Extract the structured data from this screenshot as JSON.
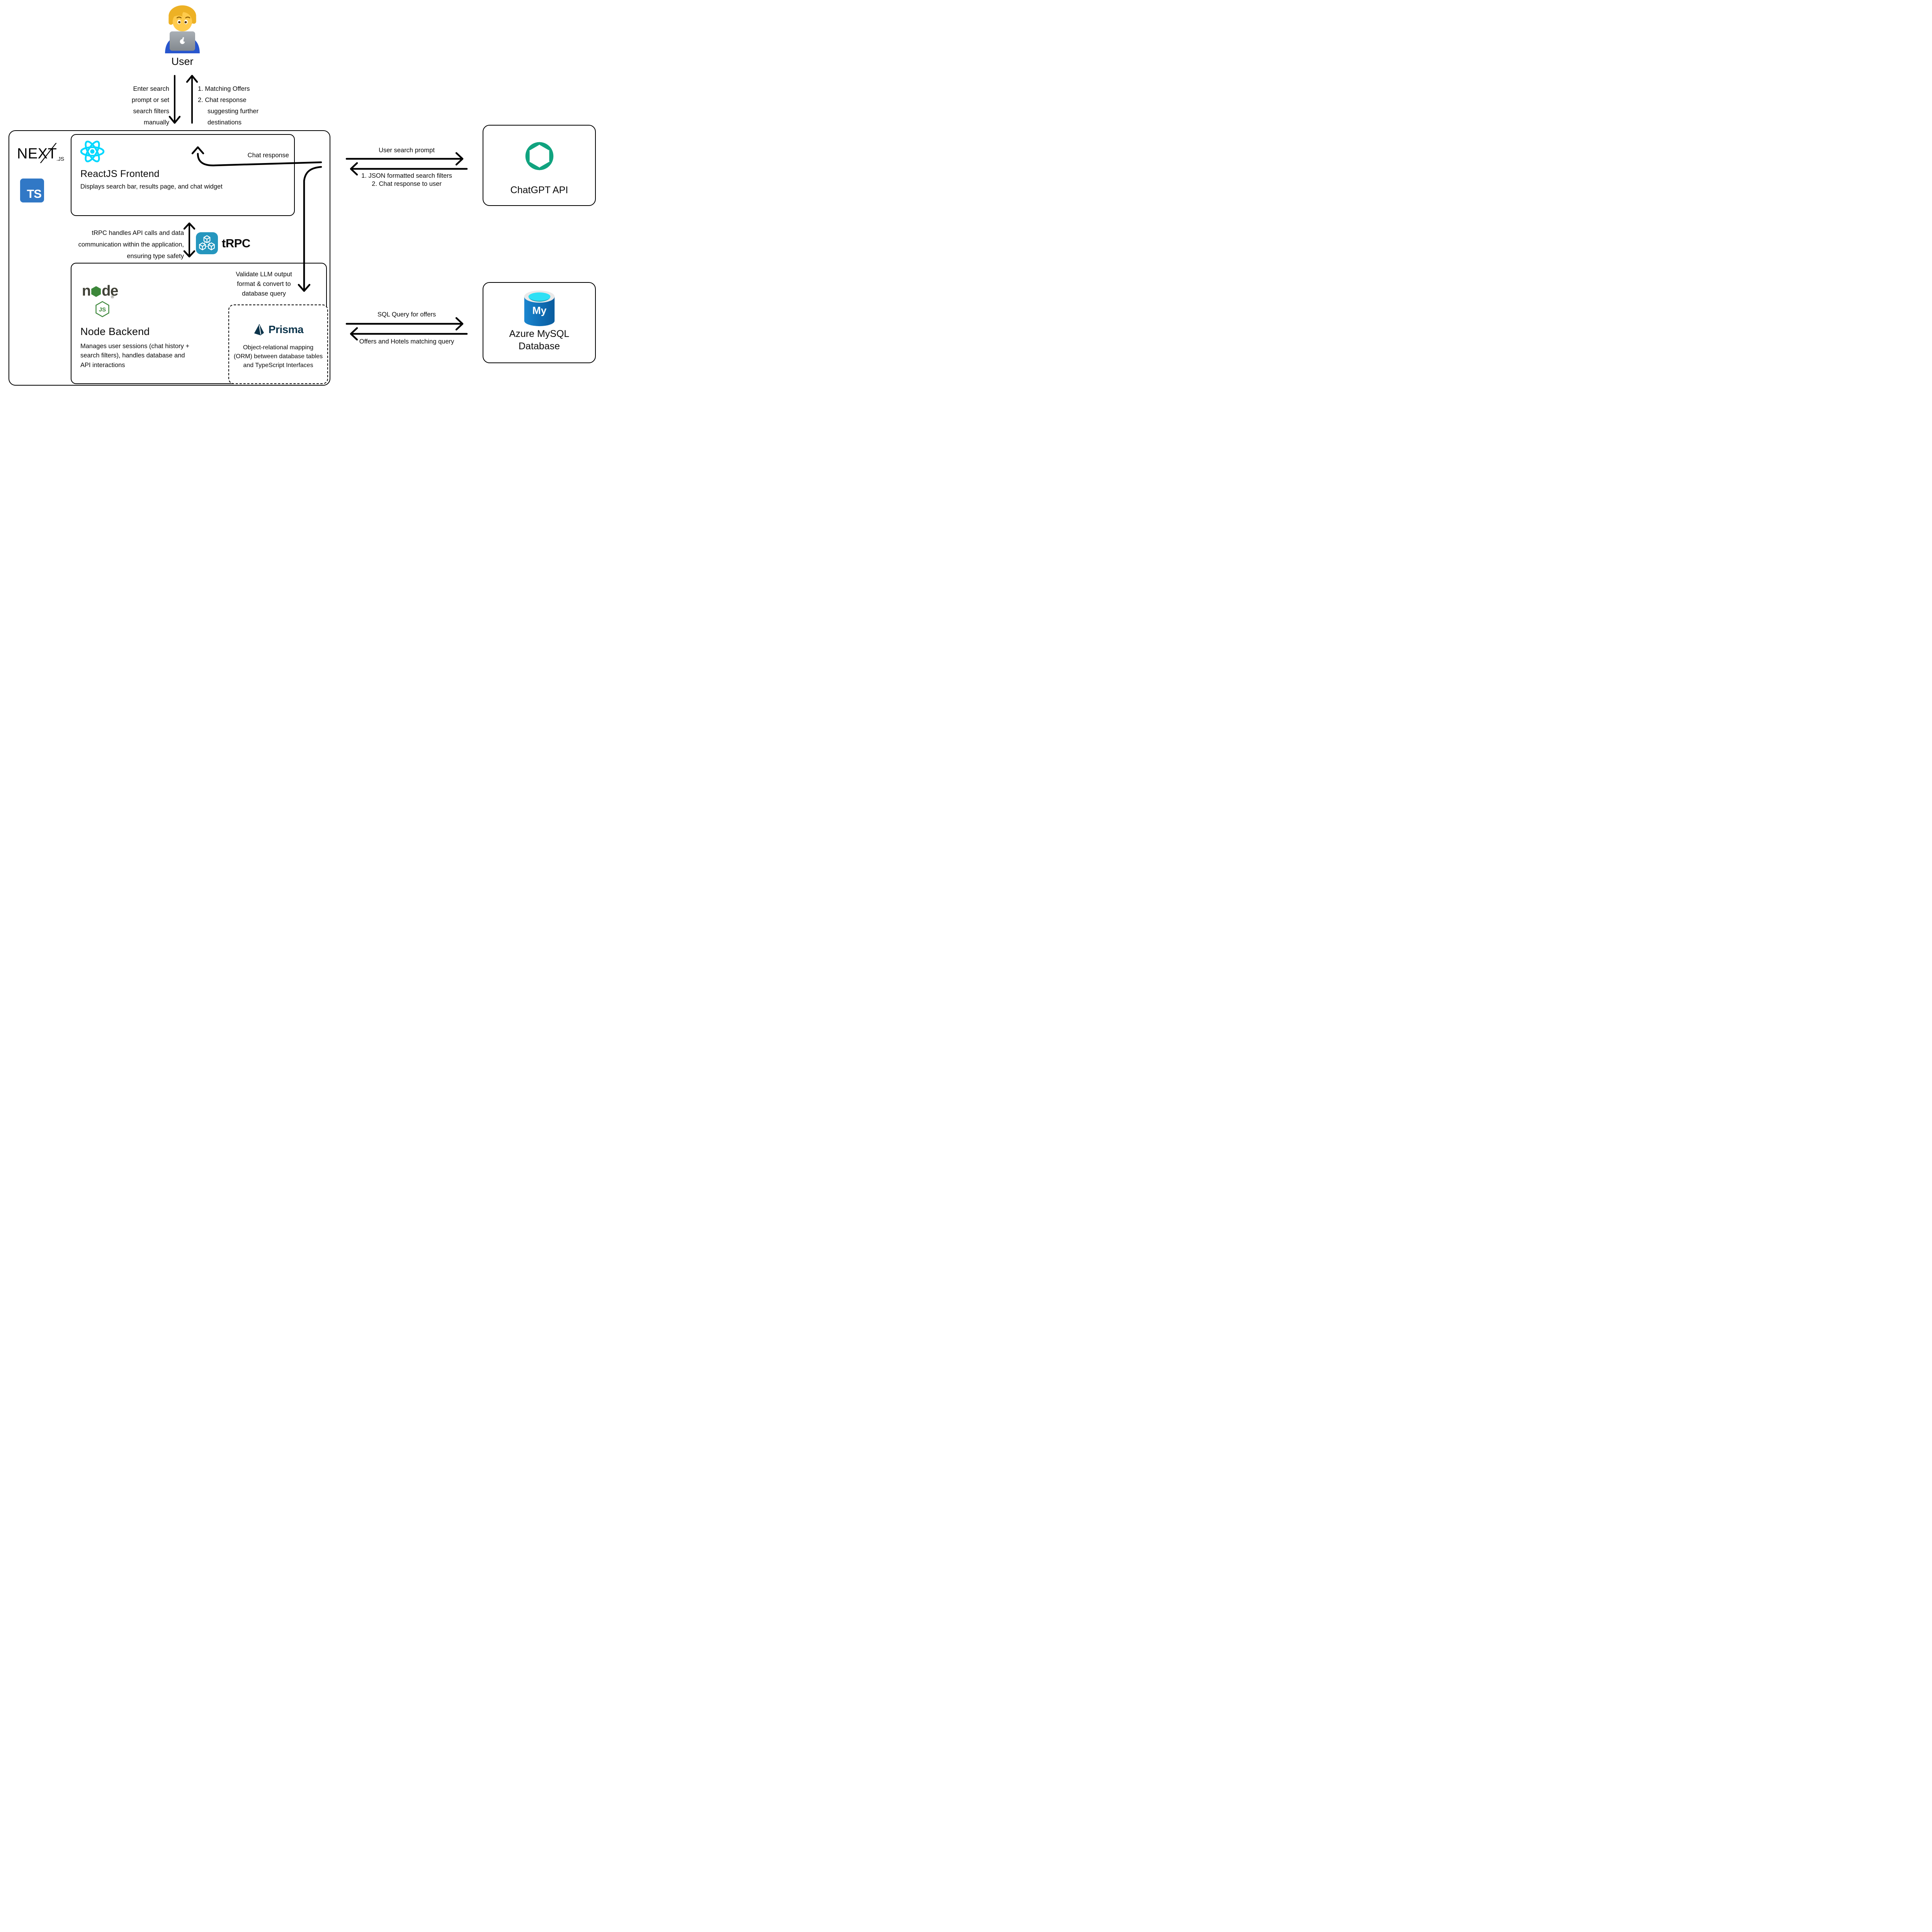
{
  "user": {
    "label": "User"
  },
  "user_app_flow": {
    "down_lines": [
      "Enter search",
      "prompt or set",
      "search filters",
      "manually"
    ],
    "up_lines": [
      "1. Matching Offers",
      "2. Chat response",
      "suggesting further",
      "destinations"
    ]
  },
  "stack": {
    "nextjs_main": "NEXT",
    "nextjs_sub": ".JS",
    "typescript": "TS"
  },
  "frontend": {
    "title": "ReactJS Frontend",
    "subtitle": "Displays search bar, results page, and chat widget",
    "chat_response_label": "Chat response"
  },
  "trpc": {
    "logo_text": "tRPC",
    "lines": [
      "tRPC handles API calls and data",
      "communication within the application,",
      "ensuring type safety"
    ]
  },
  "backend": {
    "title": "Node Backend",
    "subtitle_lines": [
      "Manages user sessions (chat history +",
      "search filters), handles database and",
      "API interactions"
    ],
    "validate_lines": [
      "Validate LLM output",
      "format & convert to",
      "database query"
    ]
  },
  "node_logo": {
    "word_start": "n",
    "word_end": "de",
    "js_label": "JS",
    "reg": "®"
  },
  "prisma": {
    "logo_text": "Prisma",
    "subtitle_lines": [
      "Object-relational mapping",
      "(ORM) between database tables",
      "and TypeScript Interfaces"
    ]
  },
  "chatgpt": {
    "label": "ChatGPT API",
    "to_label": "User search prompt",
    "from_lines": [
      "1. JSON formatted search filters",
      "2. Chat response to user"
    ]
  },
  "database": {
    "label_lines": [
      "Azure MySQL",
      "Database"
    ],
    "icon_text": "My",
    "query_label": "SQL Query for offers",
    "response_label": "Offers and Hotels matching query"
  },
  "colors": {
    "react": "#00D8FF",
    "typescript": "#3178C6",
    "trpc": "#2596BE",
    "openai": "#10A37F",
    "prisma": "#0C344B",
    "node_green": "#3C873A",
    "node_dark": "#404137",
    "mysql_blue": "#1174BC",
    "mysql_cyan": "#2EE0F5",
    "line": "#000000"
  }
}
